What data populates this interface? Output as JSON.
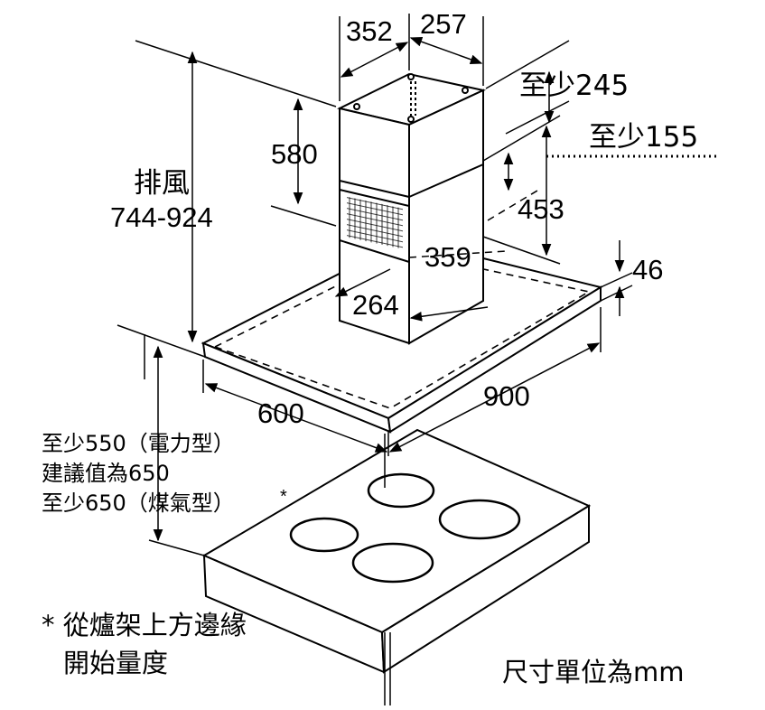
{
  "dimensions": {
    "chimney_depth": "352",
    "chimney_width": "257",
    "min_245": "至少245",
    "min_155": "至少155",
    "chimney_height": "580",
    "exhaust_label": "排風",
    "exhaust_range": "744-924",
    "upper_453": "453",
    "duct_359": "359",
    "duct_264": "264",
    "hood_thickness": "46",
    "hood_depth": "600",
    "hood_width": "900"
  },
  "clearance_note": {
    "line1": "至少550（電力型）",
    "line2": "建議值為650",
    "line3": "至少650（煤氣型）",
    "asterisk": "*"
  },
  "footnote": {
    "line1": "* 從爐架上方邊緣",
    "line2": "開始量度"
  },
  "unit_note": "尺寸單位為mm"
}
